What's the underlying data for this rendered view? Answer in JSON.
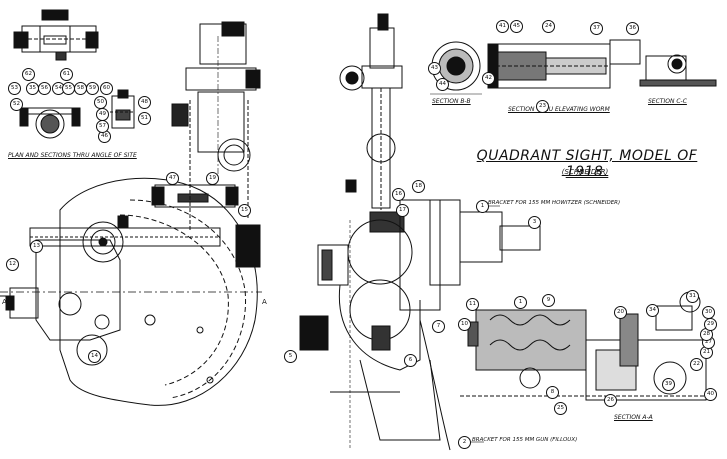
{
  "drawing": {
    "title": "QUADRANT SIGHT, MODEL OF 1918.",
    "subtitle": "(SCHNEIDER)"
  },
  "captions": {
    "plan": "PLAN AND SECTIONS THRU ANGLE OF SITE",
    "section_bb": "SECTION B-B",
    "section_worm": "SECTION THRU ELEVATING WORM",
    "section_cc": "SECTION C-C",
    "section_aa": "SECTION A-A"
  },
  "leaders": {
    "bracket_howitzer": "BRACKET FOR 155 MM HOWITZER (SCHNEIDER)",
    "bracket_gun": "BRACKET FOR 155 MM GUN (FILLOUX)"
  },
  "section_marks": {
    "a_left": "A",
    "a_right": "A"
  },
  "callouts": {
    "c1": "1",
    "c2": "2",
    "c3": "3",
    "c5": "5",
    "c6": "6",
    "c7": "7",
    "c8": "8",
    "c9": "9",
    "c10": "10",
    "c11": "11",
    "c12": "12",
    "c13": "13",
    "c14": "14",
    "c15": "15",
    "c16": "16",
    "c17": "17",
    "c18": "18",
    "c19": "19",
    "c20": "20",
    "c21": "21",
    "c22": "22",
    "c23": "23",
    "c24": "24",
    "c25": "25",
    "c26": "26",
    "c27": "27",
    "c28": "28",
    "c29": "29",
    "c30": "30",
    "c31": "31",
    "c34": "34",
    "c35": "35",
    "c36": "36",
    "c37": "37",
    "c39": "39",
    "c40": "40",
    "c41": "41",
    "c42": "42",
    "c43": "43",
    "c44": "44",
    "c45": "45",
    "c46": "46",
    "c47": "47",
    "c48": "48",
    "c49": "49",
    "c50": "50",
    "c51": "51",
    "c52": "52",
    "c53": "53",
    "c54": "54",
    "c55": "55",
    "c56": "56",
    "c57": "57",
    "c58": "58",
    "c59": "59",
    "c60": "60",
    "c61": "61",
    "c62": "62"
  }
}
